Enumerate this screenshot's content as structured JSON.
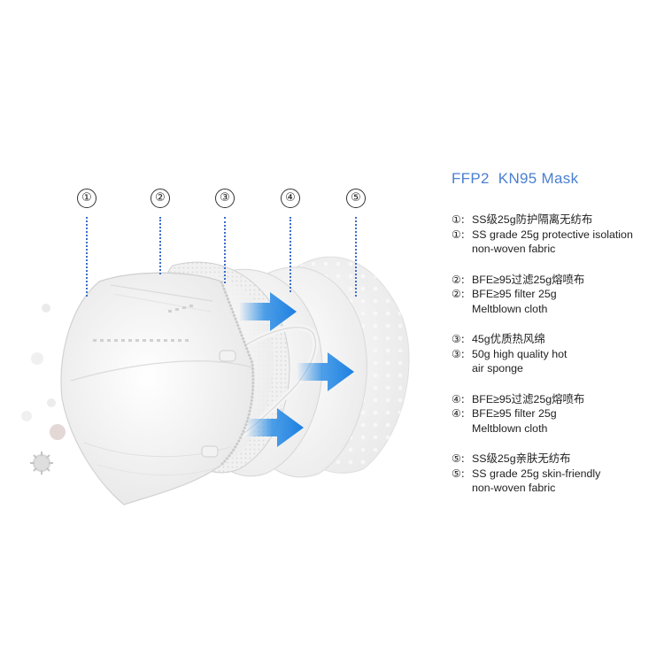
{
  "title": "FFP2  KN95 Mask",
  "layers": [
    {
      "number": "①",
      "marker": "①:",
      "cn_label": "SS级25g防护隔离无纺布",
      "en_label": "SS grade 25g protective isolation",
      "en_label_cont": "non-woven fabric"
    },
    {
      "number": "②",
      "marker": "②:",
      "cn_label": "BFE≥95过滤25g熔喷布",
      "en_label": "BFE≥95 filter 25g",
      "en_label_cont": "Meltblown cloth"
    },
    {
      "number": "③",
      "marker": "③:",
      "cn_label": "45g优质热风绵",
      "en_label": "50g high quality hot",
      "en_label_cont": "air sponge"
    },
    {
      "number": "④",
      "marker": "④:",
      "cn_label": "BFE≥95过滤25g熔喷布",
      "en_label": "BFE≥95 filter 25g",
      "en_label_cont": "Meltblown cloth"
    },
    {
      "number": "⑤",
      "marker": "⑤:",
      "cn_label": "SS级25g亲肤无纺布",
      "en_label": "SS grade 25g skin-friendly",
      "en_label_cont": "non-woven fabric"
    }
  ],
  "colors": {
    "title": "#4a7fd1",
    "leader_line": "#3d6ec9",
    "arrow": "#2f8fe6",
    "mask_white": "#f7f7f7"
  },
  "icons": [
    "airflow-arrow-icon",
    "particle-icon",
    "virus-icon"
  ]
}
